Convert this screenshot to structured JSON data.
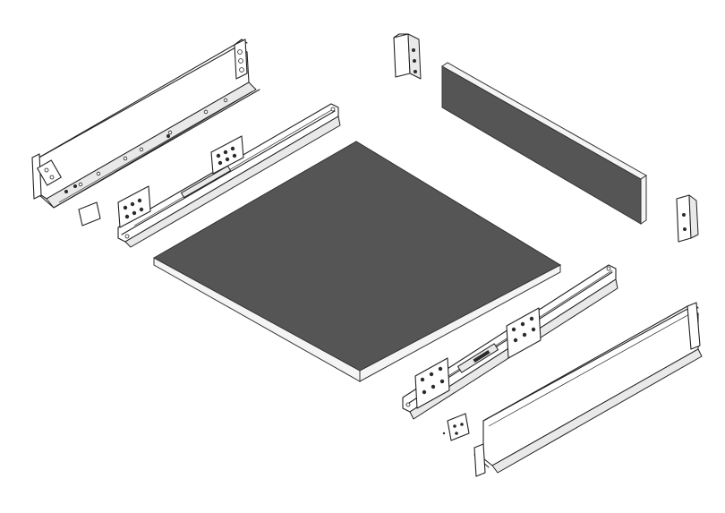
{
  "figure": {
    "kind": "exploded drawer assembly drawing",
    "colors": {
      "line": "#222222",
      "panel": "#555555",
      "background": "#ffffff"
    },
    "parts": [
      "left-drawer-side",
      "left-runner-rail",
      "left-front-fixing-clip",
      "rear-left-bracket",
      "back-panel",
      "rear-right-bracket",
      "drawer-bottom-panel",
      "right-runner-rail",
      "right-front-fixing-clip",
      "right-drawer-side"
    ]
  }
}
